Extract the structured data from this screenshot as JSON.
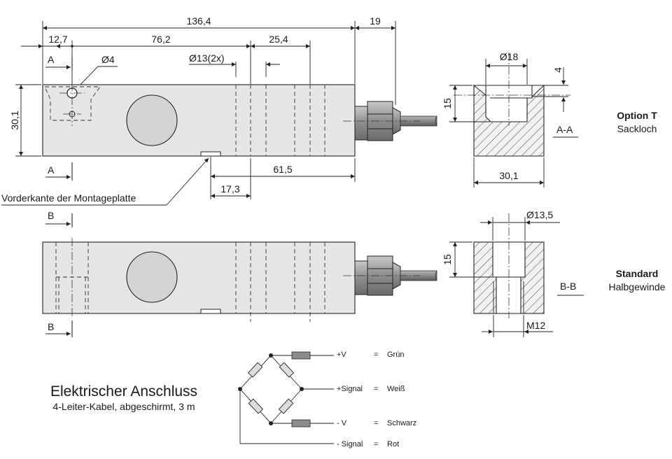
{
  "dimensions": {
    "total_length": "136,4",
    "cable_offset": "19",
    "left_offset": "12,7",
    "hole_spacing_a": "76,2",
    "hole_spacing_b": "25,4",
    "hole_diameter_small": "Ø4",
    "hole_diameter_2x": "Ø13(2x)",
    "height": "30,1",
    "plate_length": "61,5",
    "plate_offset": "17,3",
    "section_a_diameter": "Ø18",
    "section_a_depth": "4",
    "section_a_height": "15",
    "section_a_width": "30,1",
    "section_b_diameter": "Ø13,5",
    "section_b_height": "15",
    "section_b_thread": "M12"
  },
  "section_marks": {
    "a": "A",
    "b": "B",
    "aa": "A-A",
    "bb": "B-B"
  },
  "labels": {
    "mounting_plate_edge": "Vorderkante der Montageplatte",
    "option_t_title": "Option T",
    "option_t_subtitle": "Sackloch",
    "standard_title": "Standard",
    "standard_subtitle": "Halbgewinde"
  },
  "electrical": {
    "title": "Elektrischer Anschluss",
    "subtitle": "4-Leiter-Kabel, abgeschirmt, 3 m",
    "wires": [
      {
        "signal": "+V",
        "eq": "=",
        "color": "Grün"
      },
      {
        "signal": "+Signal",
        "eq": "=",
        "color": "Weiß"
      },
      {
        "signal": "- V",
        "eq": "=",
        "color": "Schwarz"
      },
      {
        "signal": "- Signal",
        "eq": "=",
        "color": "Rot"
      }
    ]
  }
}
